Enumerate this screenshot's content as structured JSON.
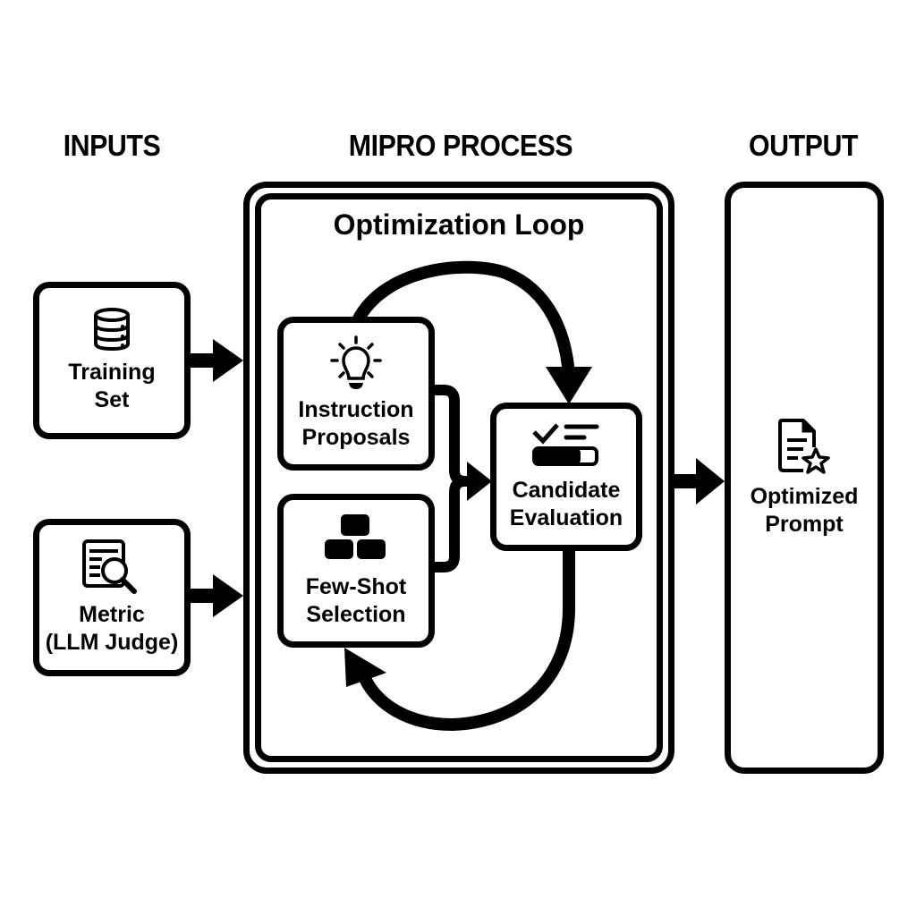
{
  "columns": {
    "inputs": "INPUTS",
    "process": "MIPRO PROCESS",
    "output": "OUTPUT"
  },
  "inputs": [
    {
      "id": "training-set",
      "icon": "database-icon",
      "label_lines": [
        "Training",
        "Set"
      ]
    },
    {
      "id": "metric",
      "icon": "document-search-icon",
      "label_lines": [
        "Metric",
        "(LLM Judge)"
      ]
    }
  ],
  "process": {
    "loop_title": "Optimization Loop",
    "nodes": [
      {
        "id": "instruction-proposals",
        "icon": "lightbulb-icon",
        "label_lines": [
          "Instruction",
          "Proposals"
        ]
      },
      {
        "id": "few-shot-selection",
        "icon": "blocks-icon",
        "label_lines": [
          "Few-Shot",
          "Selection"
        ]
      },
      {
        "id": "candidate-evaluation",
        "icon": "checklist-progress-icon",
        "label_lines": [
          "Candidate",
          "Evaluation"
        ]
      }
    ]
  },
  "output": {
    "icon": "document-star-icon",
    "label_lines": [
      "Optimized",
      "Prompt"
    ]
  },
  "edges": [
    {
      "from": "training-set",
      "to": "mipro-process"
    },
    {
      "from": "metric",
      "to": "mipro-process"
    },
    {
      "from": "instruction-proposals",
      "to": "candidate-evaluation"
    },
    {
      "from": "few-shot-selection",
      "to": "candidate-evaluation"
    },
    {
      "from": "instruction-proposals",
      "to": "candidate-evaluation",
      "style": "loop-arc"
    },
    {
      "from": "candidate-evaluation",
      "to": "few-shot-selection",
      "style": "loop-arc"
    },
    {
      "from": "mipro-process",
      "to": "optimized-prompt"
    }
  ]
}
